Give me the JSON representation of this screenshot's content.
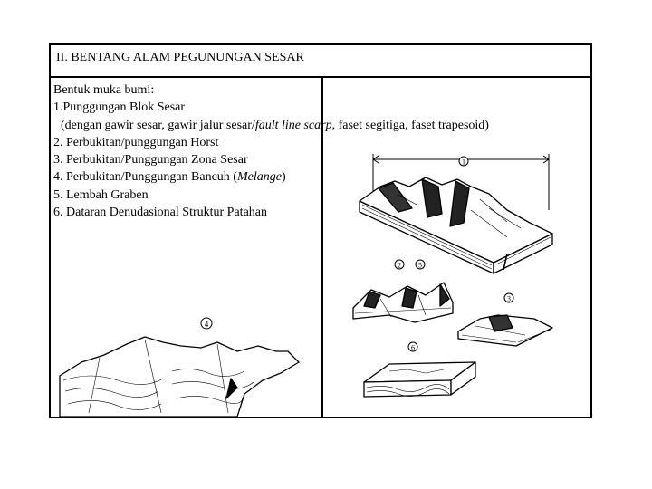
{
  "slide": {
    "title": "II. BENTANG ALAM PEGUNUNGAN SESAR"
  },
  "content": {
    "heading": "Bentuk muka bumi:",
    "item1": "1.Punggungan Blok Sesar",
    "item1_detail_prefix": "(dengan gawir sesar, gawir jalur sesar/",
    "item1_detail_italic": "fault line scarp",
    "item1_detail_suffix": ", faset segitiga, faset trapesoid)",
    "item2": "2. Perbukitan/punggungan Horst",
    "item3": "3. Perbukitan/Punggungan Zona Sesar",
    "item4_prefix": "4. Perbukitan/Punggungan Bancuh (",
    "item4_italic": "Melange",
    "item4_suffix": ")",
    "item5": "5. Lembah Graben",
    "item6": "6. Dataran Denudasional Struktur Patahan"
  },
  "figure_labels": {
    "label1": "1",
    "label2": "2",
    "label3": "3",
    "label4": "4",
    "label5": "5",
    "label6": "6"
  }
}
